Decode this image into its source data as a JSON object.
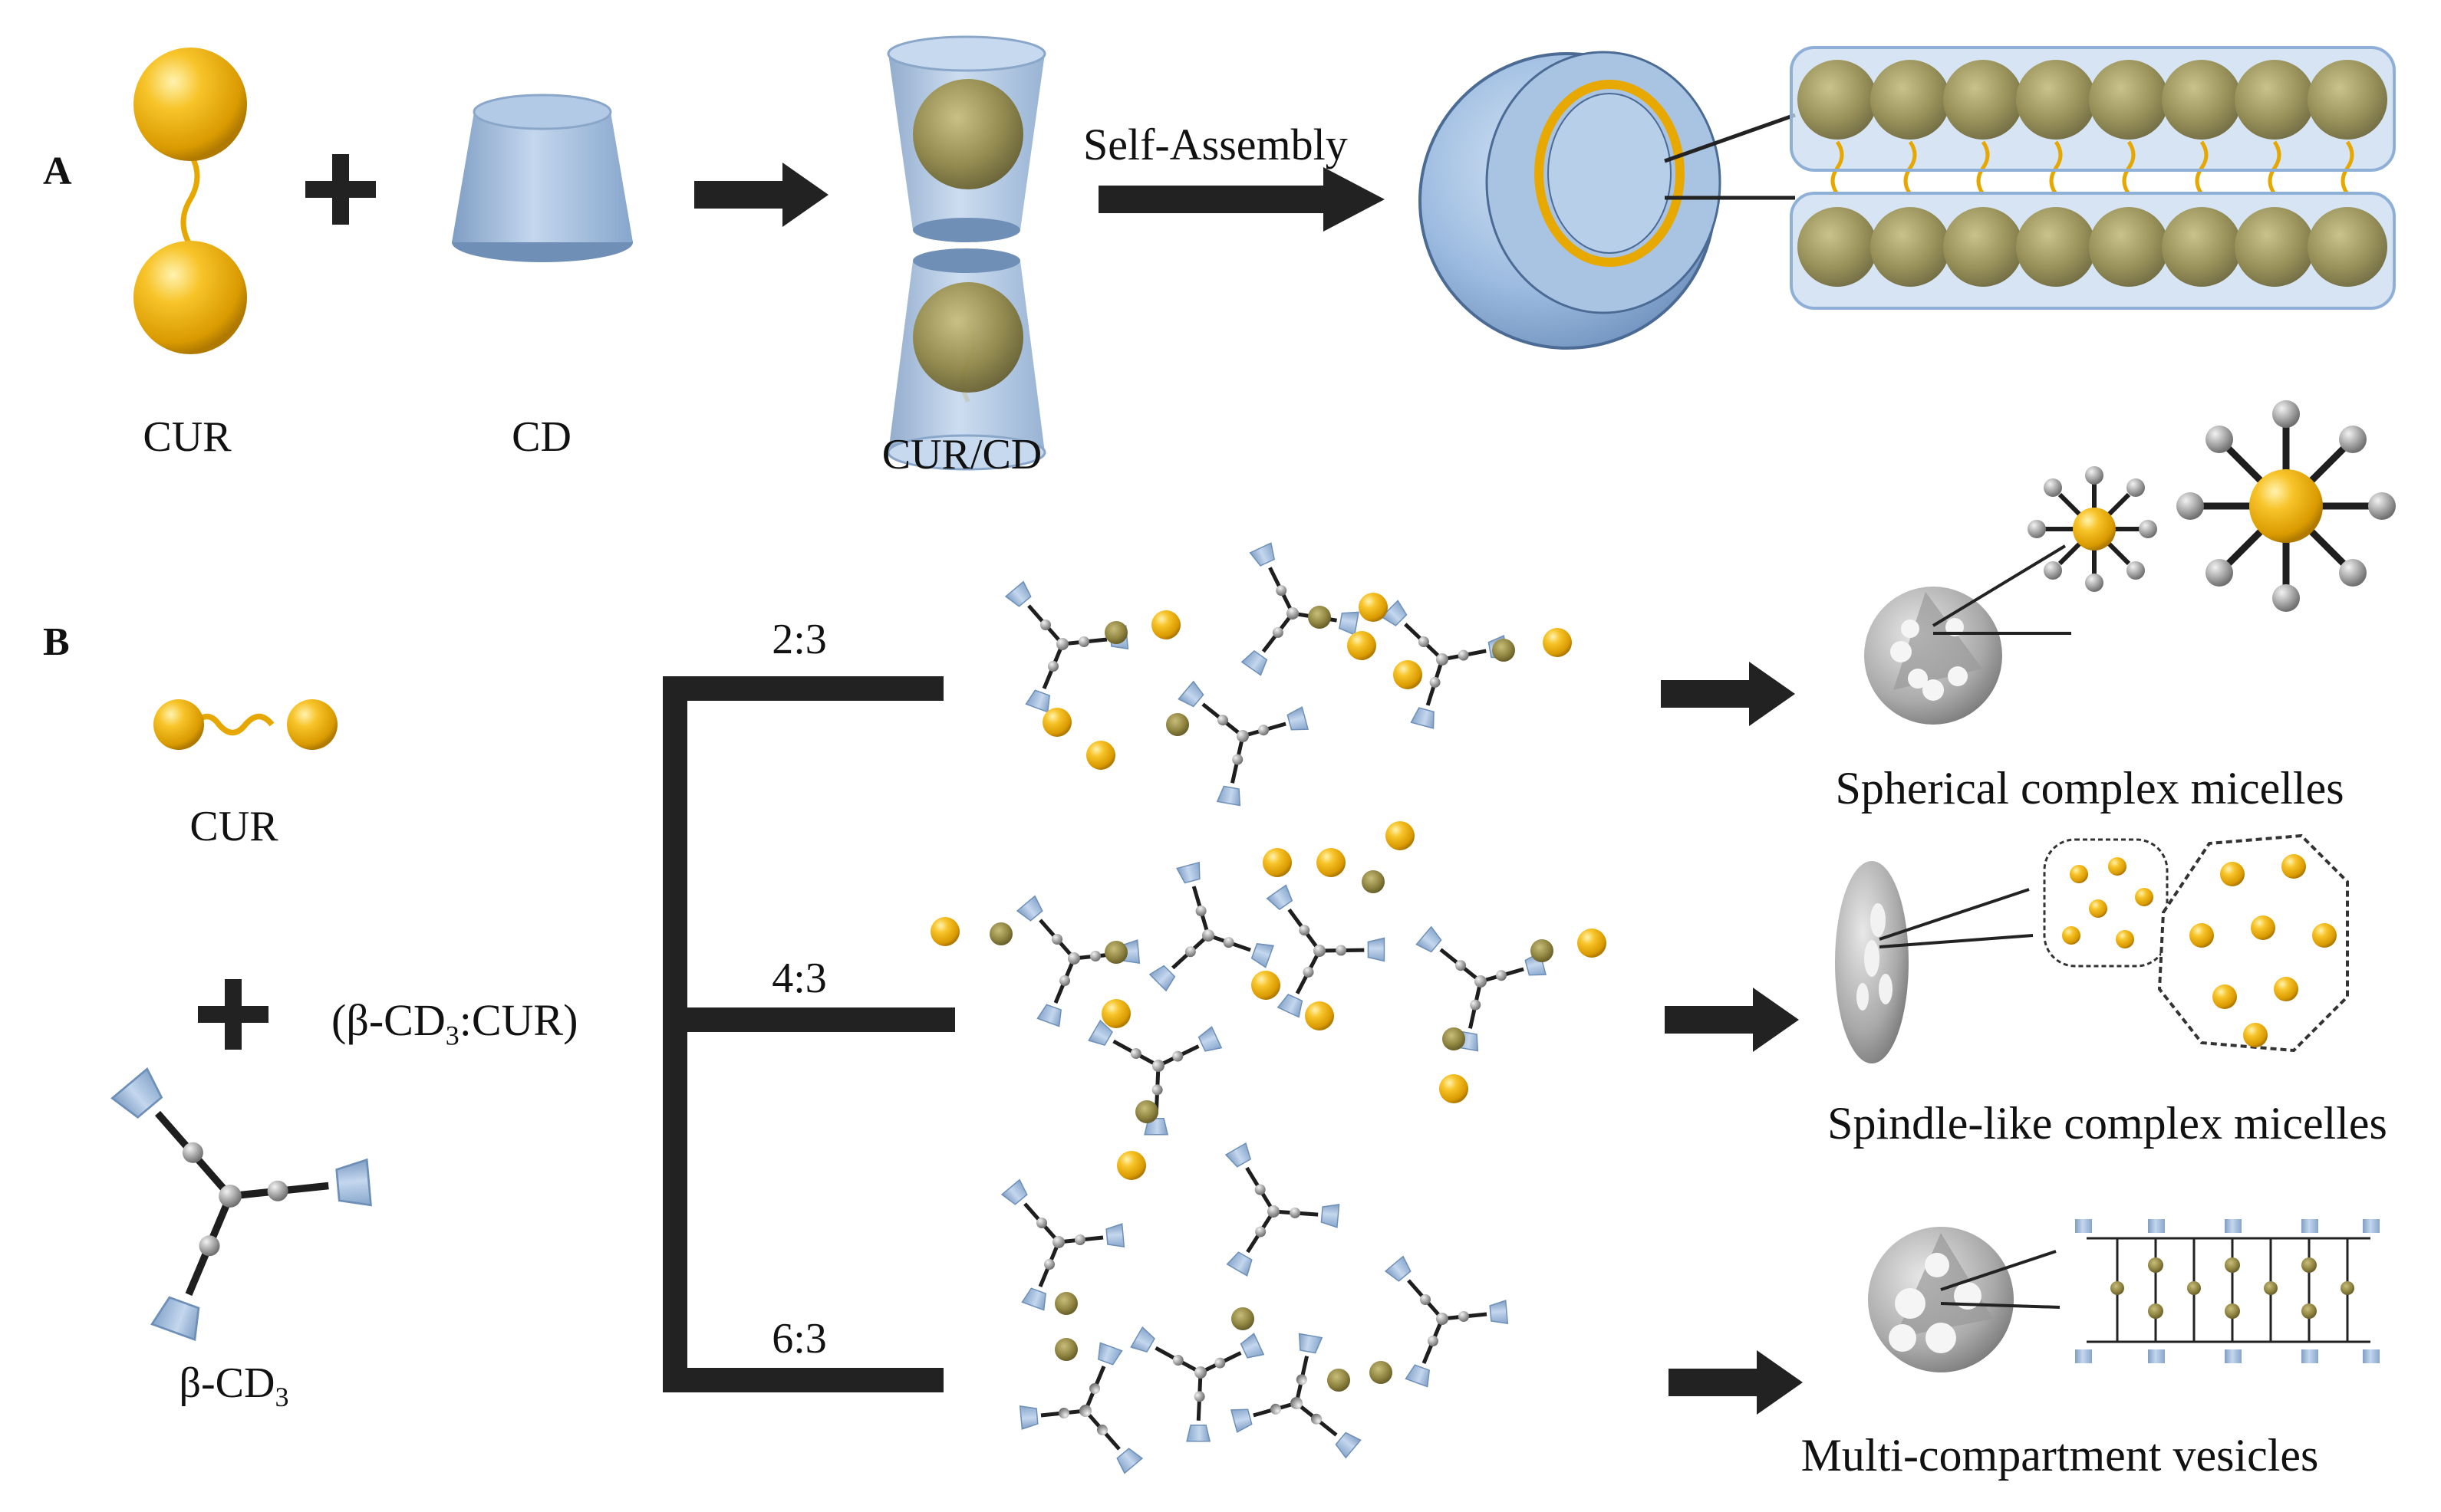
{
  "panel_a": {
    "label": "A",
    "cur_label": "CUR",
    "cd_label": "CD",
    "complex_label": "CUR/CD",
    "arrow_label": "Self-Assembly"
  },
  "panel_b": {
    "label": "B",
    "cur_label": "CUR",
    "cd3_prefix": "β-CD",
    "cd3_sub": "3",
    "ratio_prefix": "(β-CD",
    "ratio_sub": "3",
    "ratio_suffix": ":CUR)",
    "branches": [
      {
        "ratio": "2:3",
        "result": "Spherical complex micelles"
      },
      {
        "ratio": "4:3",
        "result": "Spindle-like complex micelles"
      },
      {
        "ratio": "6:3",
        "result": "Multi-compartment vesicles"
      }
    ]
  },
  "colors": {
    "gold": "#f2b40a",
    "cd_blue": "#9fbcdc",
    "dark": "#222222",
    "grey_sphere": "#b9b9b9"
  }
}
